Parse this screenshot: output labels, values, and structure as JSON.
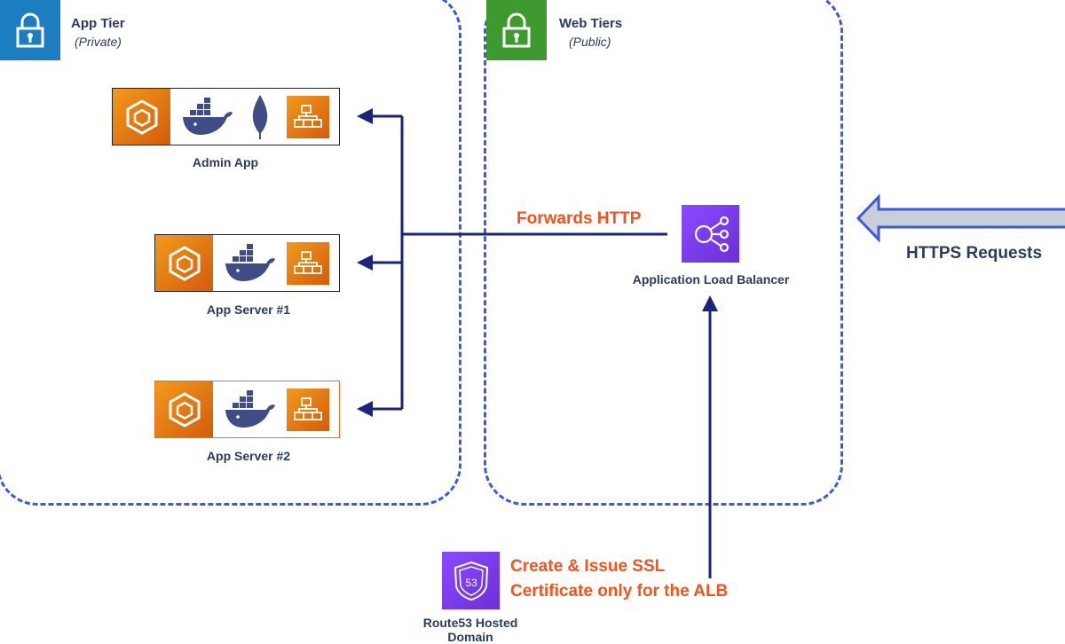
{
  "app_tier": {
    "title": "App Tier",
    "subtitle": "(Private)",
    "color": "#1d7dc1"
  },
  "web_tier": {
    "title": "Web Tiers",
    "subtitle": "(Public)",
    "color": "#3e9a2e"
  },
  "services": {
    "admin": {
      "label": "Admin App",
      "icons": [
        "ecs-icon",
        "docker-icon",
        "mongodb-icon",
        "fargate-icon"
      ]
    },
    "server1": {
      "label": "App Server #1",
      "icons": [
        "ecs-icon",
        "docker-icon",
        "fargate-icon"
      ]
    },
    "server2": {
      "label": "App Server #2",
      "icons": [
        "ecs-icon",
        "docker-icon",
        "fargate-icon"
      ]
    }
  },
  "alb": {
    "label": "Application Load Balancer",
    "icon": "load-balancer-icon"
  },
  "forwards_label": "Forwards HTTP",
  "https_label": "HTTPS Requests",
  "route53": {
    "label_line1": "Route53 Hosted",
    "label_line2": "Domain",
    "icon": "route53-icon"
  },
  "ssl": {
    "line1": "Create & Issue SSL",
    "line2": "Certificate only for the ALB"
  },
  "colors": {
    "dashed_border": "#3b5bdb",
    "arrow": "#1a237e",
    "accent_text": "#f2541f",
    "purple": "#7b3ff2",
    "orange": "#e8712c"
  }
}
